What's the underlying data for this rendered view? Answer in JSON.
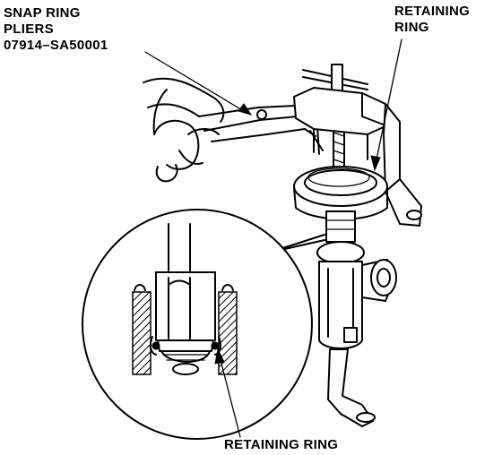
{
  "labels": {
    "tool_line1": "SNAP RING",
    "tool_line2": "PLIERS",
    "tool_part_number": "07914–SA50001",
    "retaining_ring_top_line1": "RETAINING",
    "retaining_ring_top_line2": "RING",
    "retaining_ring_bottom": "RETAINING RING"
  }
}
